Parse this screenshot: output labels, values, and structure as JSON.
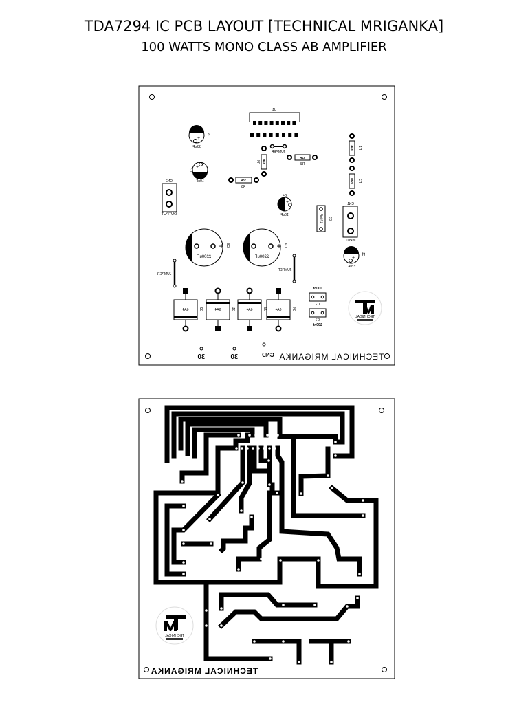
{
  "header": {
    "title": "TDA7294 IC PCB LAYOUT [TECHNICAL MRIGANKA]",
    "subtitle": "100 WATTS MONO CLASS AB AMPLIFIER"
  },
  "silkscreen": {
    "u1": "U1",
    "jumper": "JUMPER",
    "r1": {
      "ref": "R1",
      "value": "33K"
    },
    "r2": {
      "ref": "R2",
      "value": "680"
    },
    "r3": {
      "ref": "R3",
      "value": "22K"
    },
    "r4": {
      "ref": "R4",
      "value": "33K"
    },
    "r5": {
      "ref": "R5",
      "value": "10K"
    },
    "c1": {
      "ref": "C1",
      "value": "22uF"
    },
    "c2": {
      "ref": "C2",
      "value": "100nf"
    },
    "c3": {
      "ref": "C3",
      "value": "10uF"
    },
    "c4": {
      "ref": "C4",
      "value": "10uF"
    },
    "c5": {
      "ref": "C5",
      "value": "470nF"
    },
    "c6": {
      "ref": "C6",
      "value": "22uF"
    },
    "c7": {
      "ref": "C7",
      "value": "100nf"
    },
    "c8": {
      "ref": "C8",
      "value": "2200uF"
    },
    "c9": {
      "ref": "C9",
      "value": "2200uF"
    },
    "cn1": {
      "ref": "CN1",
      "label": "INPUT"
    },
    "cn2": {
      "ref": "CN2",
      "label": "OUTPUT"
    },
    "diodes": [
      {
        "ref": "D2",
        "value": "6A4"
      },
      {
        "ref": "D1",
        "value": "6A4"
      },
      {
        "ref": "D3",
        "value": "6A4"
      },
      {
        "ref": "D4",
        "value": "6A4"
      }
    ],
    "plus": "+",
    "pin_30a": "30",
    "pin_30b": "30",
    "pin_gnd": "GND",
    "brand": "TECHNICAL MRIGANKA",
    "logo_text": "TECHNICAL"
  },
  "copper": {
    "brand": "TECHNICAL MRIGANKA",
    "logo_text": "TECHNICAL"
  }
}
